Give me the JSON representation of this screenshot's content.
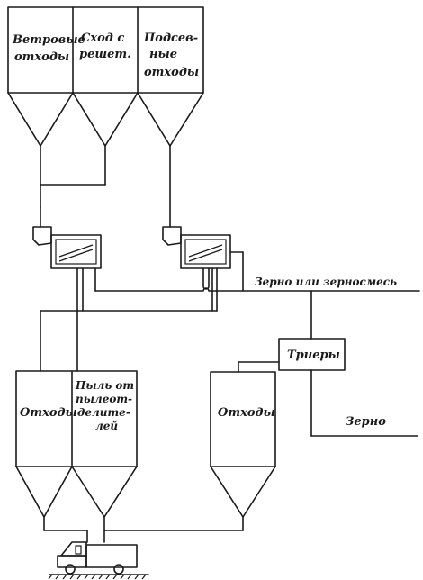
{
  "bins_top": [
    {
      "lines": [
        "Ветровые",
        "отходы"
      ]
    },
    {
      "lines": [
        "Сход с",
        "решет."
      ]
    },
    {
      "lines": [
        "Подсев-",
        "ные",
        "отходы"
      ]
    }
  ],
  "bins_bottom": [
    {
      "lines": [
        "Отходы"
      ]
    },
    {
      "lines": [
        "Пыль от",
        "пылеот-",
        "делите-",
        "лей"
      ]
    }
  ],
  "bin_trier": {
    "lines": [
      "Отходы"
    ]
  },
  "trier": {
    "label": "Триеры"
  },
  "grain_input": {
    "label": "Зерно или зерносмесь"
  },
  "grain_output": {
    "label": "Зерно"
  }
}
